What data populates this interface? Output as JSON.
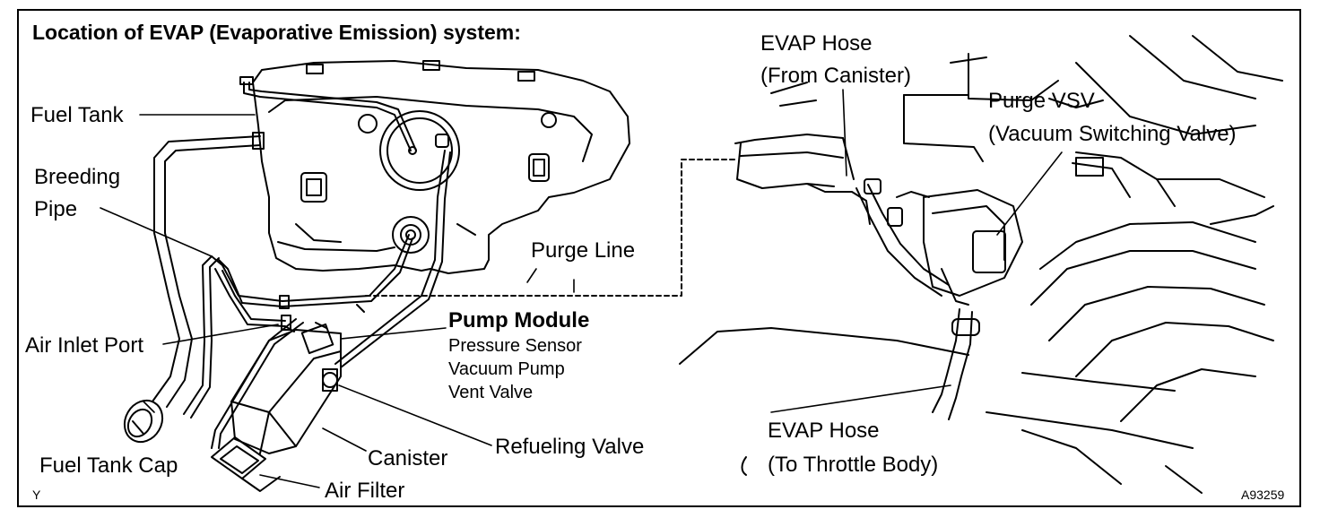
{
  "title": "Location of EVAP (Evaporative Emission) system:",
  "left_labels": {
    "fuel_tank": "Fuel Tank",
    "breeding_pipe_1": "Breeding",
    "breeding_pipe_2": "Pipe",
    "air_inlet_port": "Air Inlet Port",
    "fuel_tank_cap": "Fuel Tank Cap",
    "canister": "Canister",
    "air_filter": "Air Filter",
    "refueling_valve": "Refueling Valve",
    "purge_line": "Purge Line",
    "pump_module": "Pump Module",
    "pump_module_items": [
      "Pressure Sensor",
      "Vacuum Pump",
      "Vent Valve"
    ]
  },
  "right_labels": {
    "evap_hose_canister_1": "EVAP Hose",
    "evap_hose_canister_2": "(From Canister)",
    "purge_vsv_1": "Purge VSV",
    "purge_vsv_2": "(Vacuum Switching Valve)",
    "evap_hose_throttle_1": "EVAP Hose",
    "evap_hose_throttle_2": "(To Throttle Body)"
  },
  "footer": {
    "left_mark": "Y",
    "figure_code": "A93259"
  }
}
